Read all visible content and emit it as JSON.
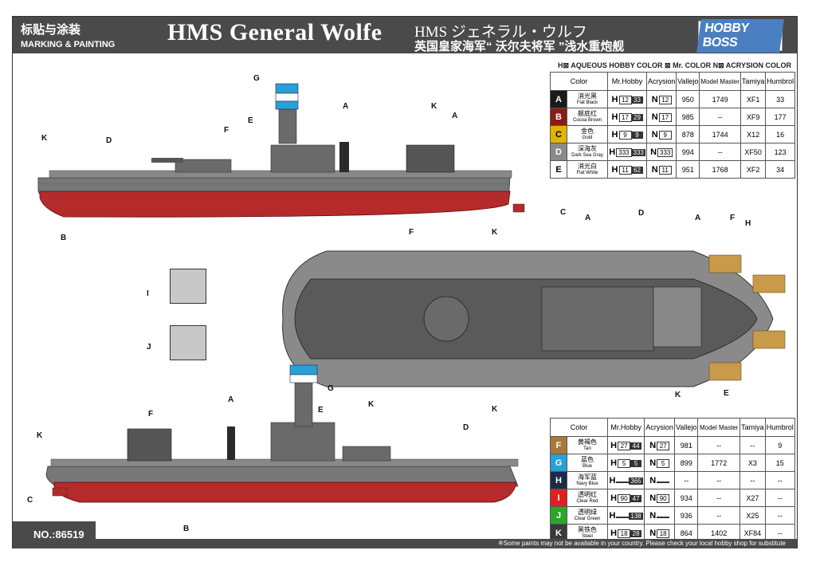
{
  "header": {
    "cn_label": "标贴与涂装",
    "en_label": "MARKING & PAINTING",
    "title": "HMS General Wolfe",
    "title_jp": "HMS ジェネラル・ウルフ",
    "title_cn": "英国皇家海军“ 沃尔夫将军 ”浅水重炮舰",
    "logo": "HOBBY BOSS"
  },
  "legend": "H⊠ AQUEOUS HOBBY COLOR   ⊠ Mr. COLOR   N⊠ ACRYSION COLOR",
  "table_headers": [
    "Color",
    "Mr.Hobby",
    "Acrysion",
    "Vallejo",
    "Model Master",
    "Tamiya",
    "Humbrol"
  ],
  "colors_top": [
    {
      "letter": "A",
      "swatch": "#1a1a1a",
      "cn": "消光黑",
      "en": "Flat Black",
      "h1": "12",
      "h2": "33",
      "n": "12",
      "vallejo": "950",
      "mm": "1749",
      "tamiya": "XF1",
      "humbrol": "33"
    },
    {
      "letter": "B",
      "swatch": "#8b1a1a",
      "cn": "舰底红",
      "en": "Cocoa Brown",
      "h1": "17",
      "h2": "29",
      "n": "17",
      "vallejo": "985",
      "mm": "--",
      "tamiya": "XF9",
      "humbrol": "177"
    },
    {
      "letter": "C",
      "swatch": "#e0b400",
      "cn": "金色",
      "en": "Gold",
      "h1": "9",
      "h2": "9",
      "n": "9",
      "vallejo": "878",
      "mm": "1744",
      "tamiya": "X12",
      "humbrol": "16"
    },
    {
      "letter": "D",
      "swatch": "#8a8a8a",
      "cn": "深海灰",
      "en": "Dark Sea Gray",
      "h1": "333",
      "h2": "333",
      "n": "333",
      "vallejo": "994",
      "mm": "--",
      "tamiya": "XF50",
      "humbrol": "123"
    },
    {
      "letter": "E",
      "swatch": "#ffffff",
      "cn": "消光白",
      "en": "Flat White",
      "h1": "11",
      "h2": "62",
      "n": "11",
      "vallejo": "951",
      "mm": "1768",
      "tamiya": "XF2",
      "humbrol": "34"
    }
  ],
  "colors_bottom": [
    {
      "letter": "F",
      "swatch": "#a87a3a",
      "cn": "黄褐色",
      "en": "Tan",
      "h1": "27",
      "h2": "44",
      "n": "27",
      "vallejo": "981",
      "mm": "--",
      "tamiya": "--",
      "humbrol": "9"
    },
    {
      "letter": "G",
      "swatch": "#2a9fd8",
      "cn": "蓝色",
      "en": "Blue",
      "h1": "5",
      "h2": "5",
      "n": "5",
      "vallejo": "899",
      "mm": "1772",
      "tamiya": "X3",
      "humbrol": "15"
    },
    {
      "letter": "H",
      "swatch": "#1e2a4a",
      "cn": "海军蓝",
      "en": "Navy Blue",
      "h1": "",
      "h2": "365",
      "n": "",
      "vallejo": "--",
      "mm": "--",
      "tamiya": "--",
      "humbrol": "--"
    },
    {
      "letter": "I",
      "swatch": "#e02020",
      "cn": "透明红",
      "en": "Clear Red",
      "h1": "90",
      "h2": "47",
      "n": "90",
      "vallejo": "934",
      "mm": "--",
      "tamiya": "X27",
      "humbrol": "--"
    },
    {
      "letter": "J",
      "swatch": "#2aa62a",
      "cn": "透明绿",
      "en": "Clear Green",
      "h1": "",
      "h2": "138",
      "n": "",
      "vallejo": "936",
      "mm": "--",
      "tamiya": "X25",
      "humbrol": "--"
    },
    {
      "letter": "K",
      "swatch": "#3a3a3a",
      "cn": "黑铁色",
      "en": "Steel",
      "h1": "18",
      "h2": "28",
      "n": "18",
      "vallejo": "864",
      "mm": "1402",
      "tamiya": "XF84",
      "humbrol": "--"
    }
  ],
  "footer": {
    "number": "NO.:86519",
    "note": "※Some paints may not be available in your country. Please check your local hobby shop for substitute"
  },
  "callouts": {
    "a": "A",
    "b": "B",
    "c": "C",
    "d": "D",
    "e": "E",
    "f": "F",
    "g": "G",
    "h": "H",
    "i": "I",
    "j": "J",
    "k": "K"
  }
}
